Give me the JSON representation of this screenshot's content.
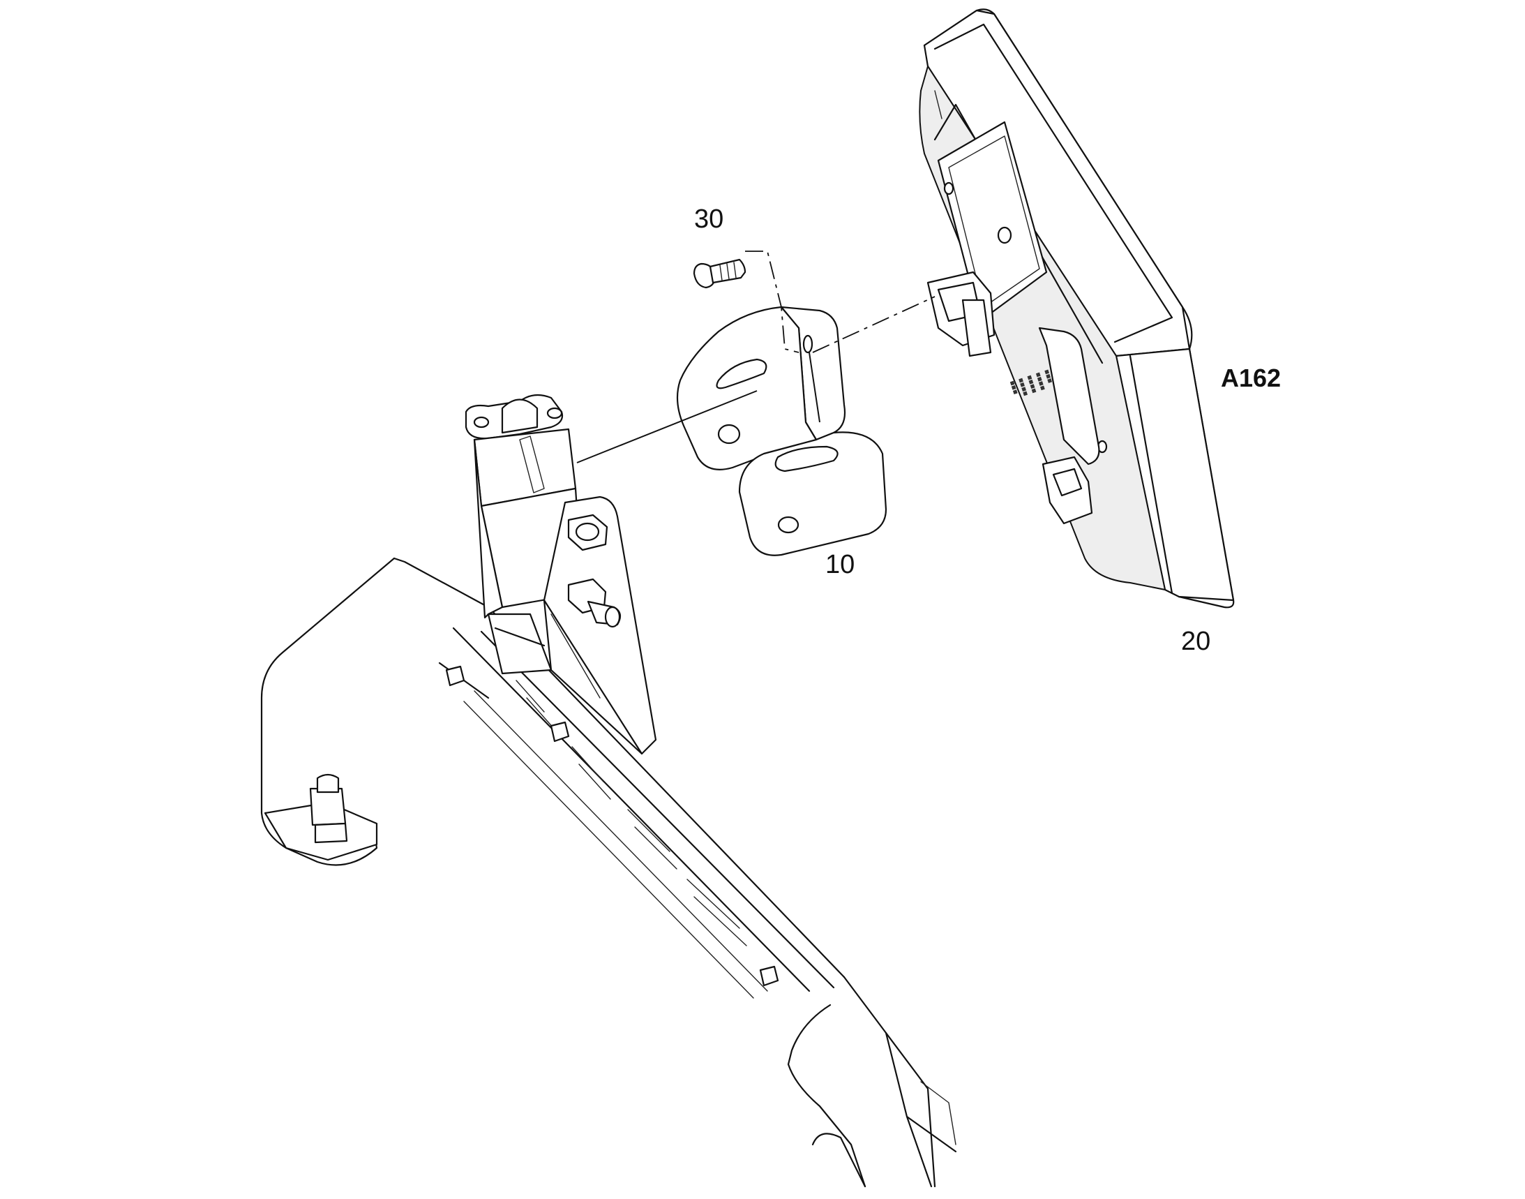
{
  "diagram": {
    "callouts": {
      "screw": "30",
      "bracket": "10",
      "display": "20",
      "assembly": "A162"
    },
    "display_keys": [
      "■■■",
      "■■■■",
      "■■■■",
      "■■■■",
      "■■■"
    ]
  }
}
